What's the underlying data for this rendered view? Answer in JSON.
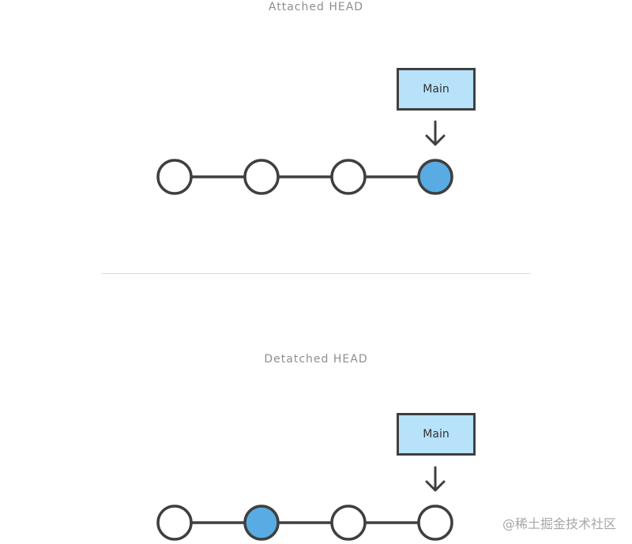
{
  "diagrams": {
    "attached": {
      "title": "Attached HEAD",
      "branch_label": "Main",
      "commits": [
        {
          "active": false
        },
        {
          "active": false
        },
        {
          "active": false
        },
        {
          "active": true
        }
      ],
      "pointer_commit_index": 3
    },
    "detached": {
      "title": "Detatched HEAD",
      "branch_label": "Main",
      "commits": [
        {
          "active": false
        },
        {
          "active": true
        },
        {
          "active": false
        },
        {
          "active": false
        }
      ],
      "pointer_commit_index": 3
    }
  },
  "colors": {
    "active_commit": "#58ace3",
    "inactive_commit": "#ffffff",
    "stroke": "#3f3f3f",
    "branch_box": "#b7e2fa"
  },
  "watermark": "@稀土掘金技术社区"
}
